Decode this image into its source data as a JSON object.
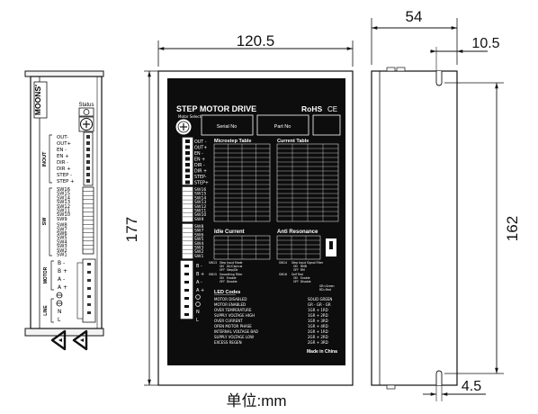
{
  "dimensions": {
    "width": "120.5",
    "height": "177",
    "depth": "54",
    "inner_height": "162",
    "top_offset": "10.5",
    "bottom_offset": "4.5"
  },
  "unit_caption": "单位:mm",
  "side_view": {
    "brand": "MOONS'",
    "status_label": "Status",
    "inout_label": "INOUT",
    "sw_label": "SW",
    "motor_label": "MOTOR",
    "line_label": "LINE",
    "inout_pins": [
      "OUT-",
      "OUT+",
      "EN -",
      "EN +",
      "DIR -",
      "DIR +",
      "STEP -",
      "STEP +"
    ],
    "sw_pins": [
      "SW16",
      "SW15",
      "SW14",
      "SW13",
      "SW12",
      "SW11",
      "SW10",
      "SW9",
      "SW8",
      "SW7",
      "SW6",
      "SW5",
      "SW4",
      "SW3",
      "SW2",
      "SW1"
    ],
    "motor_pins": [
      "B -",
      "B +",
      "A -",
      "A +"
    ],
    "line_pins": [
      "N",
      "L"
    ]
  },
  "front_panel": {
    "title": "STEP MOTOR DRIVE",
    "rohs": "RoHS",
    "ce": "CE",
    "serial_no": "Serial No",
    "part_no": "Part No",
    "motor_select": "Motor Select",
    "microstep_table": "Microstep Table",
    "current_table": "Current Table",
    "idle_current": "Idle Current",
    "anti_resonance": "Anti Resonance",
    "led_codes": "LED Codes",
    "made_in": "Made in China",
    "io_labels": [
      "OUT -",
      "OUT+",
      "EN -",
      "EN +",
      "DIR -",
      "DIR +",
      "STEP-",
      "STEP+"
    ],
    "sw_labels": [
      "SW16",
      "SW15",
      "SW14",
      "SW13",
      "SW12",
      "SW11",
      "SW10",
      "SW9"
    ],
    "sw_labels2": [
      "SW8",
      "SW7",
      "SW6",
      "SW5",
      "SW4",
      "SW3",
      "SW2",
      "SW1"
    ],
    "power_labels": [
      "B -",
      "B +",
      "A -",
      "A +",
      "N",
      "L"
    ],
    "led_rows": [
      {
        "name": "MOTOR DISABLED",
        "code": "SOLID GREEN"
      },
      {
        "name": "MOTOR ENABLED",
        "code": "GR - GR - GR"
      },
      {
        "name": "OVER TEMPERATURE",
        "code": "1GR + 1RD"
      },
      {
        "name": "SUPPLY VOLTAGE HIGH",
        "code": "1GR + 2RD"
      },
      {
        "name": "OVER CURRENT",
        "code": "1GR + 3RD"
      },
      {
        "name": "OPEN MOTOR PHASE",
        "code": "1GR + 4RD"
      },
      {
        "name": "INTERNAL VOLTAGE BAD",
        "code": "2GR + 1RD"
      },
      {
        "name": "SUPPLY VOLTAGE LOW",
        "code": "2GR + 2RD"
      },
      {
        "name": "EXCESS REGEN",
        "code": "2GR + 3RD"
      }
    ],
    "idle_notes": [
      "SW13",
      "Step Input Mode",
      "ON",
      "Dir/Cw/ccw",
      "OFF",
      "Step/Dir",
      "SW15",
      "Smoothing Filter",
      "ON",
      "Enable",
      "OFF",
      "Disable"
    ],
    "anti_notes": [
      "SW14",
      "Step Input Signal Filter",
      "ON",
      "RMB",
      "OFF",
      "RM",
      "SW16",
      "Self Test",
      "ON",
      "Enable",
      "OFF",
      "Disable",
      "GR=Green",
      "RD=Red"
    ]
  }
}
